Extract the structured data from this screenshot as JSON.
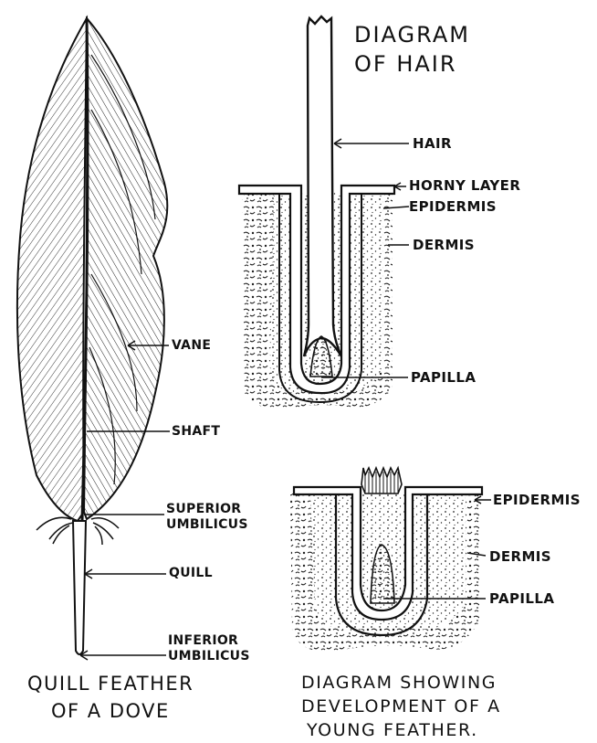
{
  "hair_diagram": {
    "title_line1": "DIAGRAM",
    "title_line2": "OF HAIR",
    "labels": {
      "hair": "HAIR",
      "horny_layer": "HORNY LAYER",
      "epidermis": "EPIDERMIS",
      "dermis": "DERMIS",
      "papilla": "PAPILLA"
    }
  },
  "feather": {
    "labels": {
      "vane": "VANE",
      "shaft": "SHAFT",
      "superior_umbilicus_line1": "SUPERIOR",
      "superior_umbilicus_line2": "UMBILICUS",
      "quill": "QUILL",
      "inferior_umbilicus_line1": "INFERIOR",
      "inferior_umbilicus_line2": "UMBILICUS"
    },
    "caption_line1": "QUILL FEATHER",
    "caption_line2": "OF A DOVE"
  },
  "young_feather_diagram": {
    "labels": {
      "epidermis": "EPIDERMIS",
      "dermis": "DERMIS",
      "papilla": "PAPILLA"
    },
    "caption_line1": "DIAGRAM SHOWING",
    "caption_line2": "DEVELOPMENT OF A",
    "caption_line3": "YOUNG FEATHER."
  }
}
